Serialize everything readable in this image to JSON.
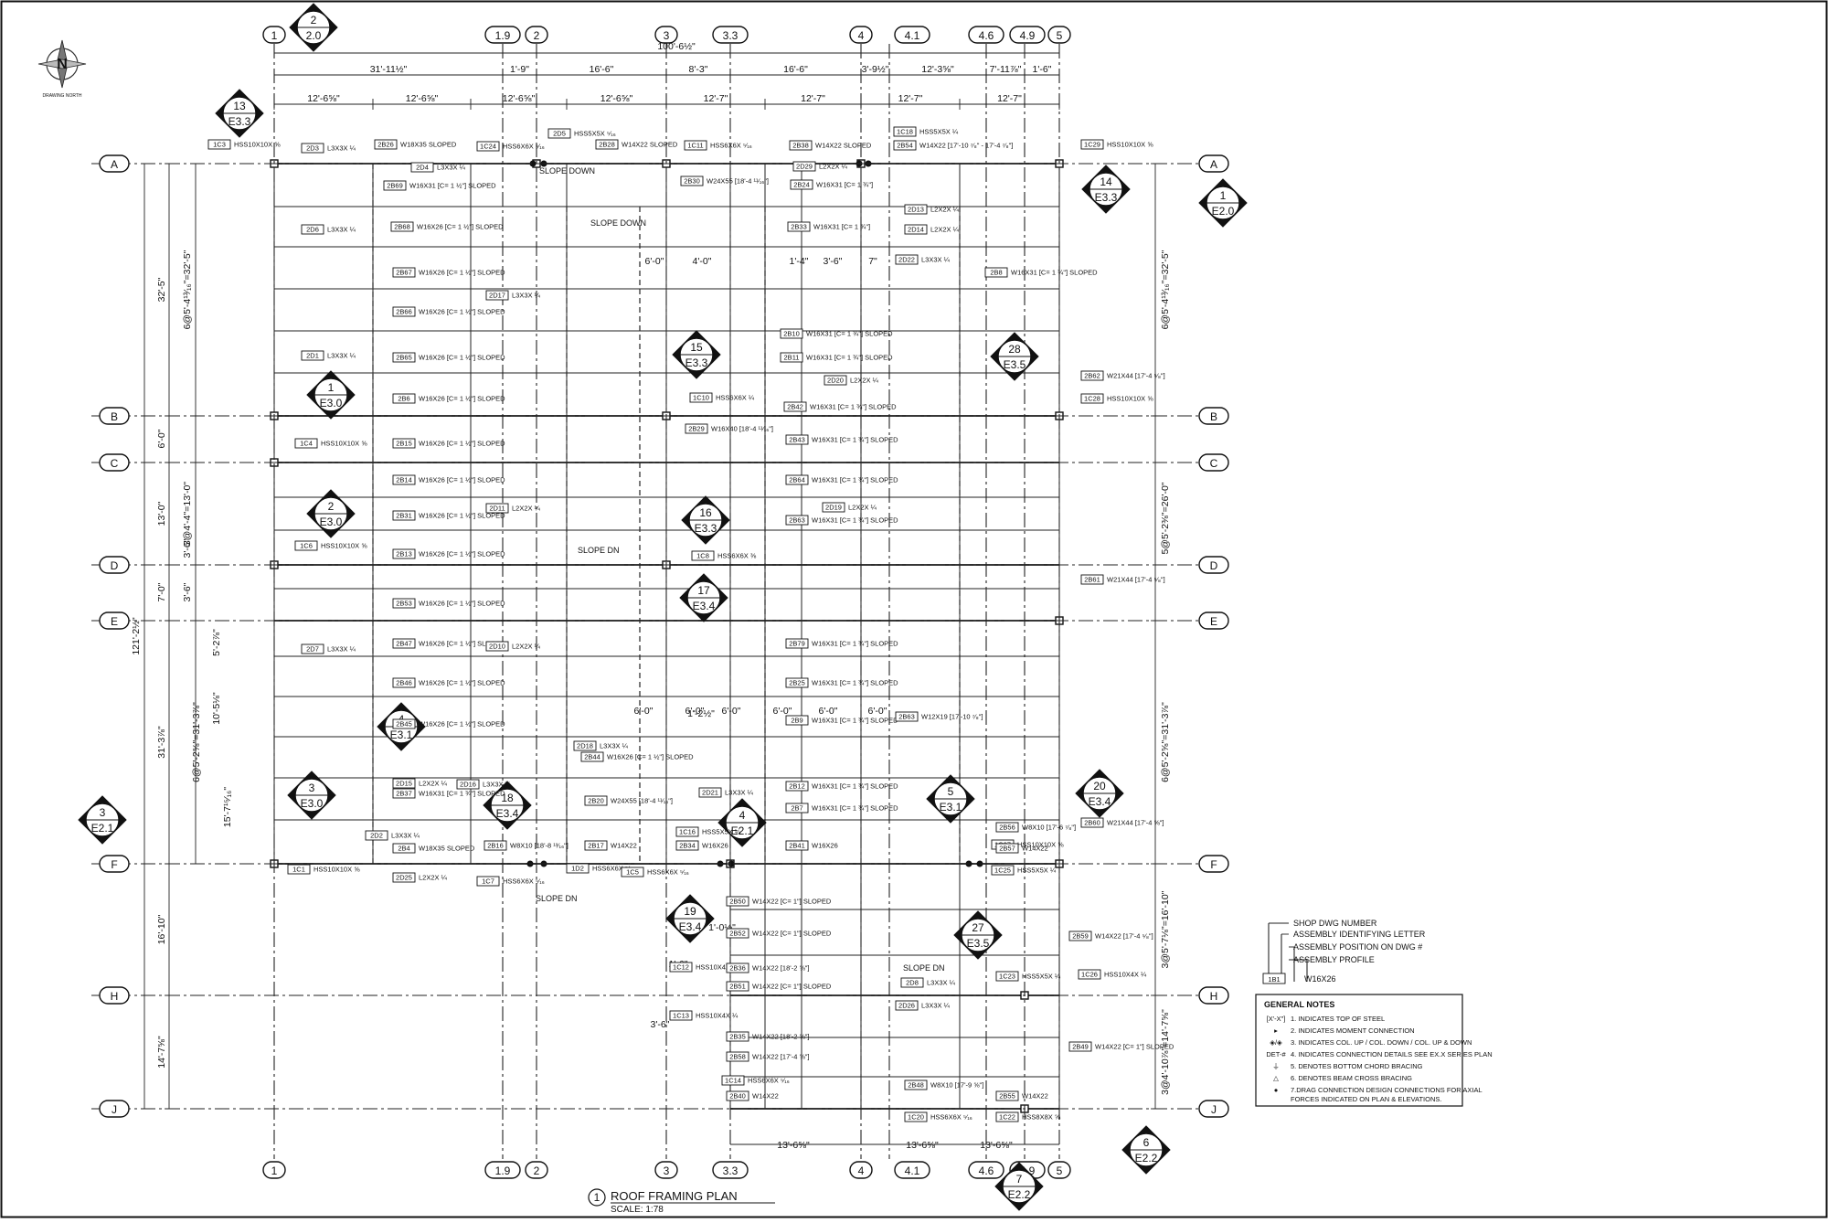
{
  "drawing": {
    "title_number": "1",
    "title": "ROOF FRAMING PLAN",
    "scale": "SCALE: 1:78",
    "north_label": "DRAWING NORTH"
  },
  "grid_columns": [
    {
      "id": "c1",
      "label": "1"
    },
    {
      "id": "c19",
      "label": "1.9"
    },
    {
      "id": "c2",
      "label": "2"
    },
    {
      "id": "c3",
      "label": "3"
    },
    {
      "id": "c33",
      "label": "3.3"
    },
    {
      "id": "c4",
      "label": "4"
    },
    {
      "id": "c41",
      "label": "4.1"
    },
    {
      "id": "c46",
      "label": "4.6"
    },
    {
      "id": "c49",
      "label": "4.9"
    },
    {
      "id": "c5",
      "label": "5"
    }
  ],
  "grid_rows": [
    {
      "id": "rA",
      "label": "A"
    },
    {
      "id": "rB",
      "label": "B"
    },
    {
      "id": "rC",
      "label": "C"
    },
    {
      "id": "rD",
      "label": "D"
    },
    {
      "id": "rE",
      "label": "E"
    },
    {
      "id": "rF",
      "label": "F"
    },
    {
      "id": "rH",
      "label": "H"
    },
    {
      "id": "rJ",
      "label": "J"
    }
  ],
  "dimensions": {
    "overall": "100'-6½\"",
    "top_row1": [
      "31'-11½\"",
      "1'-9\"",
      "16'-6\"",
      "8'-3\"",
      "16'-6\"",
      "3'-9½\"",
      "12'-3⅝\"",
      "7'-11⅞\"",
      "1'-6\""
    ],
    "top_row2": [
      "12'-6⅝\"",
      "12'-6⅝\"",
      "12'-6⅝\"",
      "12'-6⅝\"",
      "12'-7\"",
      "12'-7\"",
      "12'-7\"",
      "12'-7\""
    ],
    "left_overall": "121'-2½\"",
    "left_outer": [
      "32'-5\"",
      "6'-0\"",
      "13'-0\"",
      "7'-0\"",
      "31'-3⅞\"",
      "16'-10\"",
      "14'-7⅝\""
    ],
    "left_inner": [
      "6@5'-4¹³⁄₁₆\"=32'-5\"",
      "3@4'-4\"=13'-0\"",
      "3'-6\"",
      "3'-6\"",
      "5'-2⅞\"",
      "10'-5⅛\"",
      "15'-7¹⁵⁄₁₆\"",
      "6@5'-2⅝\"=31'-3⅞\""
    ],
    "right": [
      "6@5'-4¹³⁄₁₆\"=32'-5\"",
      "5@5'-2⅜\"=26'-0\"",
      "6@5'-2⅝\"=31'-3⅞\"",
      "3@5'-7⅛\"=16'-10\"",
      "3@4'-10⅞\"=14'-7⅝\""
    ],
    "bottom": [
      "13'-6⅝\"",
      "13'-6⅝\"",
      "13'-6⅝\""
    ],
    "misc": [
      "6'-0\"",
      "4'-0\"",
      "1'-4\"",
      "3'-6\"",
      "7\"",
      "1'-2½\"",
      "1'-0½\"",
      "1'-6\"",
      "3'-6\""
    ]
  },
  "section_markers": [
    {
      "num": "2",
      "sheet": "2.0"
    },
    {
      "num": "13",
      "sheet": "E3.3"
    },
    {
      "num": "14",
      "sheet": "E3.3"
    },
    {
      "num": "1",
      "sheet": "E2.0"
    },
    {
      "num": "15",
      "sheet": "E3.3"
    },
    {
      "num": "28",
      "sheet": "E3.5"
    },
    {
      "num": "1",
      "sheet": "E3.0"
    },
    {
      "num": "2",
      "sheet": "E3.0"
    },
    {
      "num": "16",
      "sheet": "E3.3"
    },
    {
      "num": "17",
      "sheet": "E3.4"
    },
    {
      "num": "4",
      "sheet": "E3.1"
    },
    {
      "num": "3",
      "sheet": "E3.0"
    },
    {
      "num": "18",
      "sheet": "E3.4"
    },
    {
      "num": "4",
      "sheet": "E2.1"
    },
    {
      "num": "5",
      "sheet": "E3.1"
    },
    {
      "num": "20",
      "sheet": "E3.4"
    },
    {
      "num": "3",
      "sheet": "E2.1"
    },
    {
      "num": "19",
      "sheet": "E3.4"
    },
    {
      "num": "27",
      "sheet": "E3.5"
    },
    {
      "num": "6",
      "sheet": "E2.2"
    },
    {
      "num": "7",
      "sheet": "E2.2"
    }
  ],
  "member_tags": {
    "columns": [
      {
        "tag": "1C3",
        "desc": "HSS10X10X ⅝"
      },
      {
        "tag": "1C24",
        "desc": "HSS6X6X ⁵⁄₁₆"
      },
      {
        "tag": "1C11",
        "desc": "HSS6X6X ⁵⁄₁₆"
      },
      {
        "tag": "1C18",
        "desc": "HSS5X5X ¼"
      },
      {
        "tag": "1C29",
        "desc": "HSS10X10X ⅝"
      },
      {
        "tag": "1C4",
        "desc": "HSS10X10X ⅝"
      },
      {
        "tag": "1C10",
        "desc": "HSS6X6X ¼"
      },
      {
        "tag": "1C28",
        "desc": "HSS10X10X ⅝"
      },
      {
        "tag": "1C6",
        "desc": "HSS10X10X ⅝"
      },
      {
        "tag": "1C8",
        "desc": "HSS6X6X ⅜"
      },
      {
        "tag": "1C1",
        "desc": "HSS10X10X ⅝"
      },
      {
        "tag": "1C7",
        "desc": "HSS6X6X ⁵⁄₁₆"
      },
      {
        "tag": "1D2",
        "desc": "HSS6X6X ⁵⁄₁₆"
      },
      {
        "tag": "1C5",
        "desc": "HSS6X6X ⁵⁄₁₆"
      },
      {
        "tag": "1C16",
        "desc": "HSS5X5X ¼"
      },
      {
        "tag": "1C27",
        "desc": "HSS10X10X ⅝"
      },
      {
        "tag": "1C25",
        "desc": "HSS5X5X ¼"
      },
      {
        "tag": "1C12",
        "desc": "HSS10X4X ¼"
      },
      {
        "tag": "1C13",
        "desc": "HSS10X4X ¼"
      },
      {
        "tag": "1C14",
        "desc": "HSS6X6X ⁵⁄₁₆"
      },
      {
        "tag": "1C20",
        "desc": "HSS6X6X ⁵⁄₁₆"
      },
      {
        "tag": "1C22",
        "desc": "HSS8X8X ⅝"
      },
      {
        "tag": "1C26",
        "desc": "HSS10X4X ¼"
      },
      {
        "tag": "1C23",
        "desc": "HSS5X5X ¼"
      }
    ],
    "beams": [
      {
        "tag": "2B28",
        "desc": "W14X22 SLOPED"
      },
      {
        "tag": "2B38",
        "desc": "W14X22 SLOPED"
      },
      {
        "tag": "2B54",
        "desc": "W14X22 [17'-10 ⁷⁄₈\" - 17'-4 ⁷⁄₈\"]"
      },
      {
        "tag": "2B26",
        "desc": "W18X35 SLOPED"
      },
      {
        "tag": "2B30",
        "desc": "W24X55 [18'-4 ¹¹⁄₁₆\"]"
      },
      {
        "tag": "2B24",
        "desc": "W16X31 [C= 1 ¾\"]"
      },
      {
        "tag": "2B69",
        "desc": "W16X31 [C= 1 ½\"] SLOPED"
      },
      {
        "tag": "2B68",
        "desc": "W16X26 [C= 1 ½\"] SLOPED"
      },
      {
        "tag": "2B33",
        "desc": "W16X31 [C= 1 ¾\"]"
      },
      {
        "tag": "2B67",
        "desc": "W16X26 [C= 1 ½\"] SLOPED"
      },
      {
        "tag": "2B8",
        "desc": "W16X31 [C= 1 ¾\"] SLOPED"
      },
      {
        "tag": "2B66",
        "desc": "W16X26 [C= 1 ½\"] SLOPED"
      },
      {
        "tag": "2B65",
        "desc": "W16X26 [C= 1 ½\"] SLOPED"
      },
      {
        "tag": "2B6",
        "desc": "W16X26 [C= 1 ½\"] SLOPED"
      },
      {
        "tag": "2B10",
        "desc": "W16X31 [C= 1 ¾\"] SLOPED"
      },
      {
        "tag": "2B11",
        "desc": "W16X31 [C= 1 ¾\"] SLOPED"
      },
      {
        "tag": "2B42",
        "desc": "W16X31 [C= 1 ¾\"] SLOPED"
      },
      {
        "tag": "2B62",
        "desc": "W21X44 [17'-4 ⁵⁄₈\"]"
      },
      {
        "tag": "2B29",
        "desc": "W16X40 [18'-4 ¹¹⁄₁₆\"]"
      },
      {
        "tag": "2B43",
        "desc": "W16X31 [C= 1 ¾\"] SLOPED"
      },
      {
        "tag": "2B15",
        "desc": "W16X26 [C= 1 ½\"] SLOPED"
      },
      {
        "tag": "2B14",
        "desc": "W16X26 [C= 1 ½\"] SLOPED"
      },
      {
        "tag": "2B64",
        "desc": "W16X31 [C= 1 ¾\"] SLOPED"
      },
      {
        "tag": "2B31",
        "desc": "W16X26 [C= 1 ½\"] SLOPED"
      },
      {
        "tag": "2B63",
        "desc": "W16X31 [C= 1 ¾\"] SLOPED"
      },
      {
        "tag": "2B13",
        "desc": "W16X26 [C= 1 ½\"] SLOPED"
      },
      {
        "tag": "2B61",
        "desc": "W21X44 [17'-4 ⁵⁄₈\"]"
      },
      {
        "tag": "2B53",
        "desc": "W16X26 [C= 1 ½\"] SLOPED"
      },
      {
        "tag": "2B47",
        "desc": "W16X26 [C= 1 ½\"] SLOPED"
      },
      {
        "tag": "2B79",
        "desc": "W16X31 [C= 1 ¾\"] SLOPED"
      },
      {
        "tag": "2B46",
        "desc": "W16X26 [C= 1 ½\"] SLOPED"
      },
      {
        "tag": "2B45",
        "desc": "W16X26 [C= 1 ½\"] SLOPED"
      },
      {
        "tag": "2B25",
        "desc": "W16X31 [C= 1 ¾\"] SLOPED"
      },
      {
        "tag": "2B9",
        "desc": "W16X31 [C= 1 ¾\"] SLOPED"
      },
      {
        "tag": "2B63",
        "desc": "W12X19 [17'-10 ⁷⁄₈\"]"
      },
      {
        "tag": "2B44",
        "desc": "W16X26 [C= 1 ½\"] SLOPED"
      },
      {
        "tag": "2B12",
        "desc": "W16X31 [C= 1 ¾\"] SLOPED"
      },
      {
        "tag": "2B7",
        "desc": "W16X31 [C= 1 ¾\"] SLOPED"
      },
      {
        "tag": "2B20",
        "desc": "W24X55 [18'-4 ¹¹⁄₁₆\"]"
      },
      {
        "tag": "2B37",
        "desc": "W16X31 [C= 1 ¾\"] SLOPED"
      },
      {
        "tag": "2B4",
        "desc": "W18X35 SLOPED"
      },
      {
        "tag": "2B16",
        "desc": "W8X10 [18'-8 ¹³⁄₁₆\"]"
      },
      {
        "tag": "2B17",
        "desc": "W14X22"
      },
      {
        "tag": "2B34",
        "desc": "W16X26"
      },
      {
        "tag": "2B41",
        "desc": "W16X26"
      },
      {
        "tag": "2B56",
        "desc": "W8X10 [17'-6 ⁷⁄₈\"]"
      },
      {
        "tag": "2B57",
        "desc": "W14X22"
      },
      {
        "tag": "2B60",
        "desc": "W21X44 [17'-4 ⅝\"]"
      },
      {
        "tag": "2B50",
        "desc": "W14X22 [C= 1\"] SLOPED"
      },
      {
        "tag": "2B52",
        "desc": "W14X22 [C= 1\"] SLOPED"
      },
      {
        "tag": "2B59",
        "desc": "W14X22 [17'-4 ⁵⁄₈\"]"
      },
      {
        "tag": "2B36",
        "desc": "W14X22 [18'-2 ⅝\"]"
      },
      {
        "tag": "2B51",
        "desc": "W14X22 [C= 1\"] SLOPED"
      },
      {
        "tag": "2B35",
        "desc": "W14X22 [18'-2 ⅝\"]"
      },
      {
        "tag": "2B49",
        "desc": "W14X22 [C= 1\"] SLOPED"
      },
      {
        "tag": "2B58",
        "desc": "W14X22 [17'-4 ⅝\"]"
      },
      {
        "tag": "2B48",
        "desc": "W8X10 [17'-9 ⅝\"]"
      },
      {
        "tag": "2B40",
        "desc": "W14X22"
      },
      {
        "tag": "2B55",
        "desc": "W14X22"
      }
    ],
    "bracing": [
      {
        "tag": "2D3",
        "desc": "L3X3X ¼"
      },
      {
        "tag": "2D4",
        "desc": "L3X3X ¼"
      },
      {
        "tag": "2D5",
        "desc": "HSS5X5X ⁵⁄₁₆"
      },
      {
        "tag": "2D29",
        "desc": "L2X2X ¼"
      },
      {
        "tag": "2D6",
        "desc": "L3X3X ¼"
      },
      {
        "tag": "2D13",
        "desc": "L2X2X ¼"
      },
      {
        "tag": "2D14",
        "desc": "L2X2X ¼"
      },
      {
        "tag": "2D17",
        "desc": "L3X3X ¼"
      },
      {
        "tag": "2D22",
        "desc": "L3X3X ¼"
      },
      {
        "tag": "2D1",
        "desc": "L3X3X ¼"
      },
      {
        "tag": "2D20",
        "desc": "L2X2X ¼"
      },
      {
        "tag": "2D11",
        "desc": "L2X2X ¼"
      },
      {
        "tag": "2D19",
        "desc": "L2X2X ¼"
      },
      {
        "tag": "2D10",
        "desc": "L2X2X ¼"
      },
      {
        "tag": "2D7",
        "desc": "L3X3X ¼"
      },
      {
        "tag": "2D18",
        "desc": "L3X3X ¼"
      },
      {
        "tag": "2D21",
        "desc": "L3X3X ¼"
      },
      {
        "tag": "2D15",
        "desc": "L2X2X ¼"
      },
      {
        "tag": "2D16",
        "desc": "L3X3X ¼"
      },
      {
        "tag": "2D2",
        "desc": "L3X3X ¼"
      },
      {
        "tag": "2D25",
        "desc": "L2X2X ¼"
      },
      {
        "tag": "2D26",
        "desc": "L3X3X ¼"
      },
      {
        "tag": "2D8",
        "desc": "L3X3X ¼"
      }
    ],
    "notes": [
      "SLOPE DOWN",
      "SLOPE DOWN",
      "SLOPE DN",
      "SLOPE DN",
      "SLOPE DN"
    ]
  },
  "legend": {
    "items": [
      "SHOP DWG NUMBER",
      "ASSEMBLY IDENTIFYING LETTER",
      "ASSEMBLY POSITION ON DWG #",
      "ASSEMBLY PROFILE"
    ],
    "sample_tag": "1B1",
    "sample_profile": "W16X26"
  },
  "general_notes": {
    "title": "GENERAL NOTES",
    "symbols": [
      "[X'-X\"]",
      "▸",
      "◈/◈",
      "DET-#",
      "⏚",
      "△",
      "●"
    ],
    "notes": [
      "1. INDICATES TOP OF STEEL",
      "2. INDICATES MOMENT CONNECTION",
      "3. INDICATES COL. UP /  COL. DOWN /  COL. UP & DOWN",
      "4. INDICATES CONNECTION DETAILS SEE EX.X SERIES PLAN",
      "5. DENOTES BOTTOM CHORD BRACING",
      "6. DENOTES BEAM CROSS BRACING",
      "7.DRAG CONNECTION DESIGN CONNECTIONS FOR AXIAL",
      "FORCES INDICATED ON PLAN & ELEVATIONS."
    ]
  }
}
